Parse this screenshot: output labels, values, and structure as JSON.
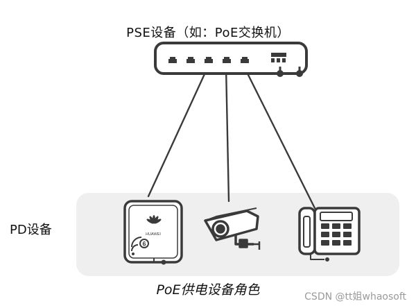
{
  "pse": {
    "title": "PSE设备（如：PoE交换机）"
  },
  "pd": {
    "label": "PD设备"
  },
  "caption": "PoE供电设备角色",
  "watermark": "CSDN @tt姐whaosoft",
  "ap": {
    "brand": "HUAWEI",
    "wifi_badge": "6"
  },
  "colors": {
    "stroke": "#3a3a3a",
    "panel": "#efefef",
    "device_fill": "#ffffff"
  }
}
